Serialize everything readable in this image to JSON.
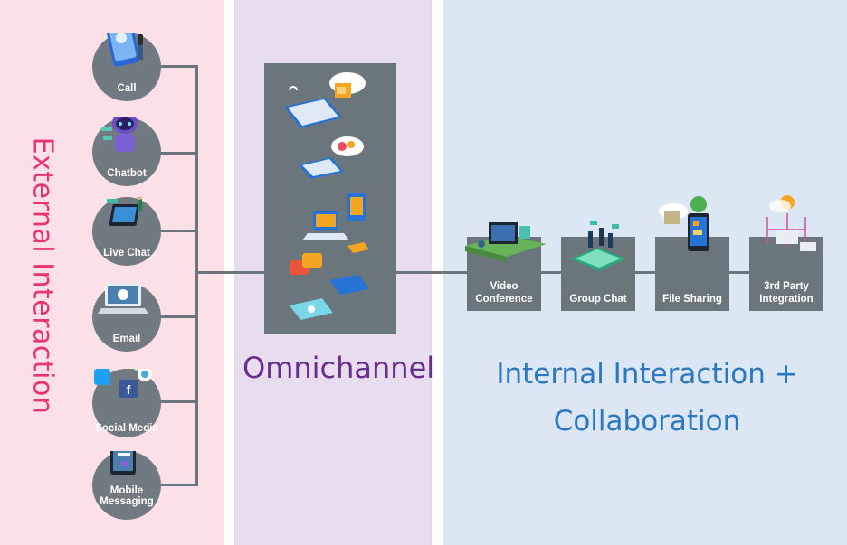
{
  "columns": {
    "external": {
      "title": "External Interaction",
      "channels": [
        {
          "label": "Call",
          "icon": "smartphone-call-icon"
        },
        {
          "label": "Chatbot",
          "icon": "robot-icon"
        },
        {
          "label": "Live Chat",
          "icon": "chat-tablet-icon"
        },
        {
          "label": "Email",
          "icon": "laptop-email-icon"
        },
        {
          "label": "Social Media",
          "icon": "social-media-icon"
        },
        {
          "label": "Mobile Messaging",
          "icon": "mobile-messaging-icon"
        }
      ]
    },
    "omnichannel": {
      "title": "Omnichannel",
      "icon": "connected-devices-icon"
    },
    "internal": {
      "title_line1": "Internal Interaction +",
      "title_line2": "Collaboration",
      "tools": [
        {
          "label": "Video Conference",
          "icon": "video-conference-icon"
        },
        {
          "label": "Group Chat",
          "icon": "group-chat-icon"
        },
        {
          "label": "File Sharing",
          "icon": "file-sharing-icon"
        },
        {
          "label": "3rd Party Integration",
          "icon": "integration-icon"
        }
      ]
    }
  },
  "colors": {
    "external_bg": "#fbe0e8",
    "external_title": "#e8336e",
    "omni_bg": "#e8dcef",
    "omni_title": "#6a2d8e",
    "internal_bg": "#dde7f3",
    "internal_title": "#2a78c2",
    "node_fill": "#6b757c"
  }
}
